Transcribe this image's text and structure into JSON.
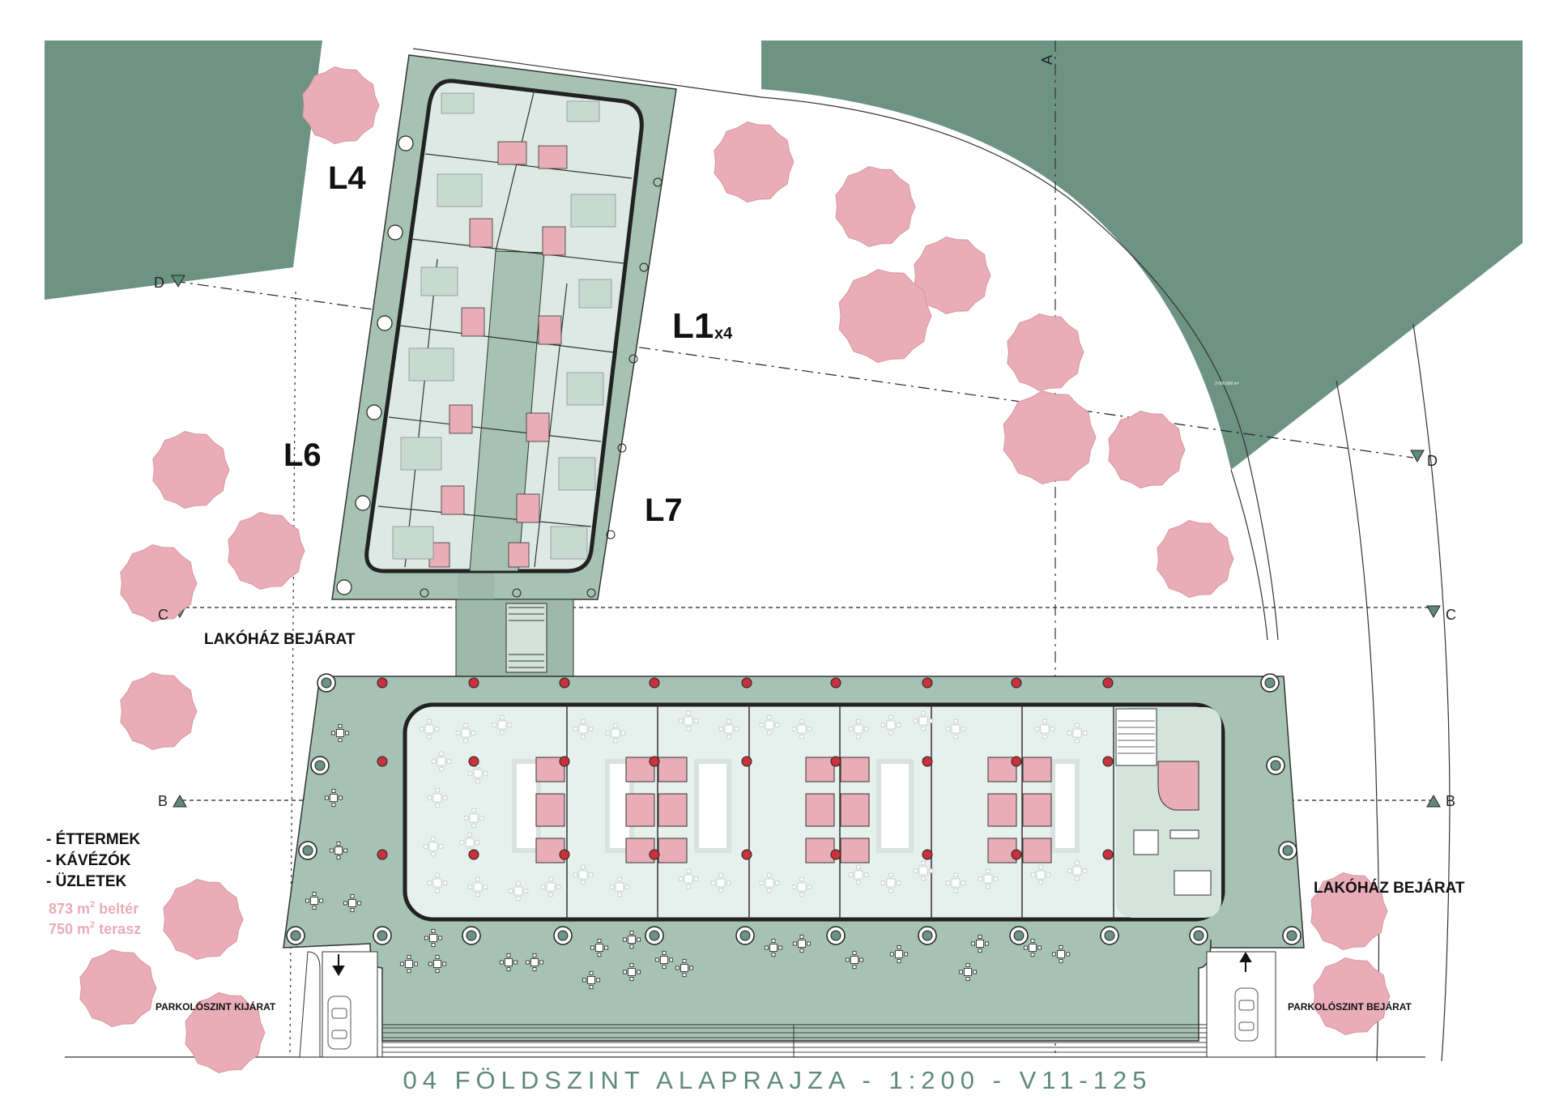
{
  "caption": "04 FÖLDSZINT ALAPRAJZA - 1:200 - V11-125",
  "colors": {
    "dark_green": "#6c9384",
    "site_green": "#a6c2b4",
    "interior": "#e9f1ee",
    "pink": "#e9adb7",
    "caption": "#5f8a78",
    "column_red": "#c8323c"
  },
  "units": {
    "l4": "L4",
    "l6": "L6",
    "l7": "L7",
    "l1": "L1",
    "l1_mult": "x4"
  },
  "sections": {
    "a_top": "A",
    "c_left": "C",
    "c_right": "C",
    "b_left": "B",
    "b_right": "B",
    "d_left": "D",
    "d_right": "D"
  },
  "entrances": {
    "lakohaz_left": "LAKÓHÁZ BEJÁRAT",
    "lakohaz_right": "LAKÓHÁZ BEJÁRAT",
    "parking_exit": "PARKOLÓSZINT KIJÁRAT",
    "parking_entry": "PARKOLÓSZINT BEJÁRAT"
  },
  "functions": [
    "- ÉTTERMEK",
    "- KÁVÉZÓK",
    "- ÜZLETEK"
  ],
  "areas": {
    "indoor_value": "873 m",
    "indoor_sup": "2",
    "indoor_label": " beltér",
    "terrace_value": "750 m",
    "terrace_sup": "2",
    "terrace_label": " terasz"
  },
  "tiny_label": "3 000,000 m²",
  "icons": [
    "tree-icon",
    "column-icon",
    "table-set-icon",
    "car-icon",
    "section-marker-icon",
    "arrow-icon",
    "stair-icon"
  ]
}
